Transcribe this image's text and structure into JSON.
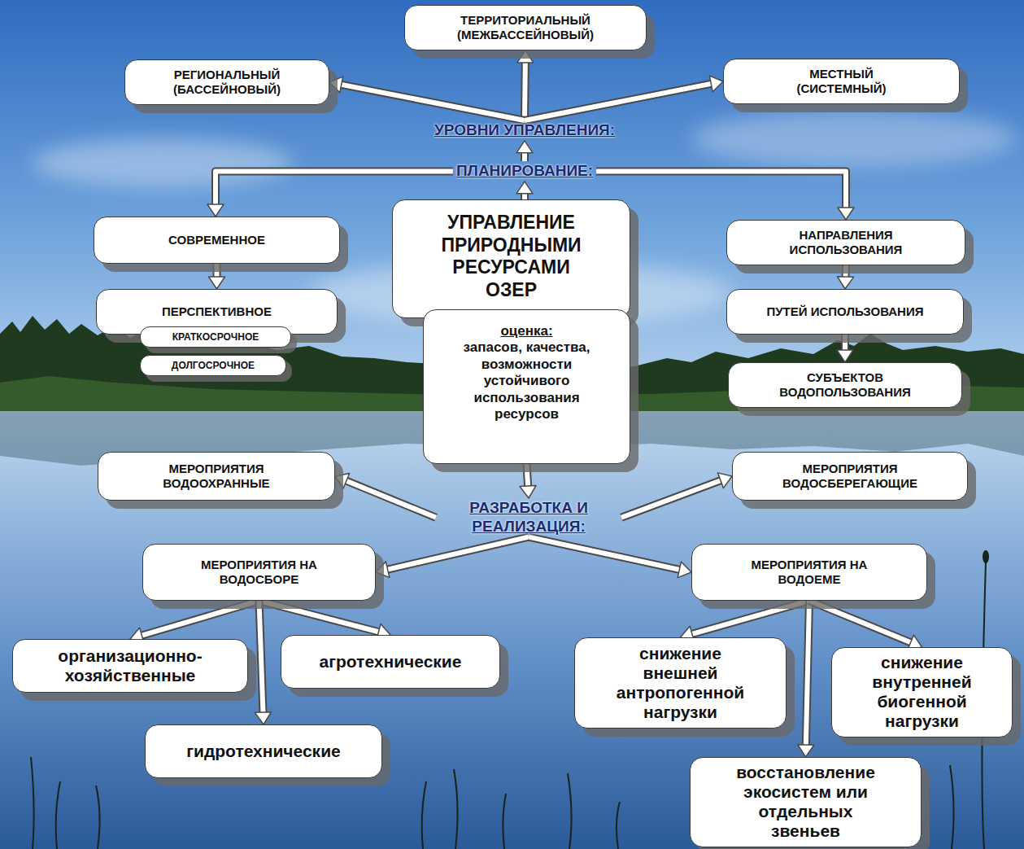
{
  "diagram": {
    "nodes": [
      {
        "text": [
          "ТЕРРИТОРИАЛЬНЫЙ (МЕЖБАССЕЙНОВЫЙ)"
        ]
      },
      {
        "text": [
          "РЕГИОНАЛЬНЫЙ (БАССЕЙНОВЫЙ)"
        ]
      },
      {
        "text": [
          "МЕСТНЫЙ (СИСТЕМНЫЙ)"
        ]
      },
      {
        "text": [
          "УРОВНИ УПРАВЛЕНИЯ:"
        ]
      },
      {
        "text": [
          "ПЛАНИРОВАНИЕ:"
        ]
      },
      {
        "text": [
          "СОВРЕМЕННОЕ"
        ]
      },
      {
        "text": [
          "УПРАВЛЕНИЕ ПРИРОДНЫМИ РЕСУРСАМИ ОЗЕР"
        ]
      },
      {
        "text": [
          "НАПРАВЛЕНИЯ ИСПОЛЬЗОВАНИЯ"
        ]
      },
      {
        "text": [
          "ПЕРСПЕКТИВНОЕ"
        ]
      },
      {
        "text": [
          "КРАТКОСРОЧНОЕ"
        ]
      },
      {
        "text": [
          "ДОЛГОСРОЧНОЕ"
        ]
      },
      {
        "text": [
          "оценка:",
          "запасов, качества, возможности устойчивого использования ресурсов"
        ]
      },
      {
        "text": [
          "ПУТЕЙ ИСПОЛЬЗОВАНИЯ"
        ]
      },
      {
        "text": [
          "СУБЪЕКТОВ ВОДОПОЛЬЗОВАНИЯ"
        ]
      },
      {
        "text": [
          "МЕРОПРИЯТИЯ ВОДООХРАННЫЕ"
        ]
      },
      {
        "text": [
          "РАЗРАБОТКА И РЕАЛИЗАЦИЯ:"
        ]
      },
      {
        "text": [
          "МЕРОПРИЯТИЯ ВОДОСБЕРЕГАЮЩИЕ"
        ]
      },
      {
        "text": [
          "МЕРОПРИЯТИЯ НА ВОДОСБОРЕ"
        ]
      },
      {
        "text": [
          "МЕРОПРИЯТИЯ НА ВОДОЕМЕ"
        ]
      },
      {
        "text": [
          "организационно-хозяйственные"
        ]
      },
      {
        "text": [
          "агротехнические"
        ]
      },
      {
        "text": [
          "гидротехнические"
        ]
      },
      {
        "text": [
          "снижение внешней антропогенной нагрузки"
        ]
      },
      {
        "text": [
          "снижение внутренней биогенной нагрузки"
        ]
      },
      {
        "text": [
          "восстановление экосистем или отдельных звеньев"
        ]
      }
    ],
    "edges": [
      {
        "from": 3,
        "to": 0,
        "arrow": "to"
      },
      {
        "from": 3,
        "to": 1,
        "arrow": "to"
      },
      {
        "from": 3,
        "to": 2,
        "arrow": "to"
      },
      {
        "from": 4,
        "to": 3,
        "arrow": "to"
      },
      {
        "from": 6,
        "to": 4,
        "arrow": "to"
      },
      {
        "from": 4,
        "to": 5,
        "arrow": "to"
      },
      {
        "from": 4,
        "to": 7,
        "arrow": "to"
      },
      {
        "from": 5,
        "to": 8,
        "arrow": "to"
      },
      {
        "from": 7,
        "to": 12,
        "arrow": "to"
      },
      {
        "from": 12,
        "to": 13,
        "arrow": "to"
      },
      {
        "from": 11,
        "to": 15,
        "arrow": "to"
      },
      {
        "from": 15,
        "to": 14,
        "arrow": "to"
      },
      {
        "from": 15,
        "to": 16,
        "arrow": "to"
      },
      {
        "from": 15,
        "to": 17,
        "arrow": "to"
      },
      {
        "from": 15,
        "to": 18,
        "arrow": "to"
      },
      {
        "from": 17,
        "to": 19,
        "arrow": "to"
      },
      {
        "from": 17,
        "to": 20,
        "arrow": "to"
      },
      {
        "from": 17,
        "to": 21,
        "arrow": "to"
      },
      {
        "from": 18,
        "to": 22,
        "arrow": "to"
      },
      {
        "from": 18,
        "to": 24,
        "arrow": "to"
      },
      {
        "from": 18,
        "to": 23,
        "arrow": "to"
      }
    ]
  }
}
